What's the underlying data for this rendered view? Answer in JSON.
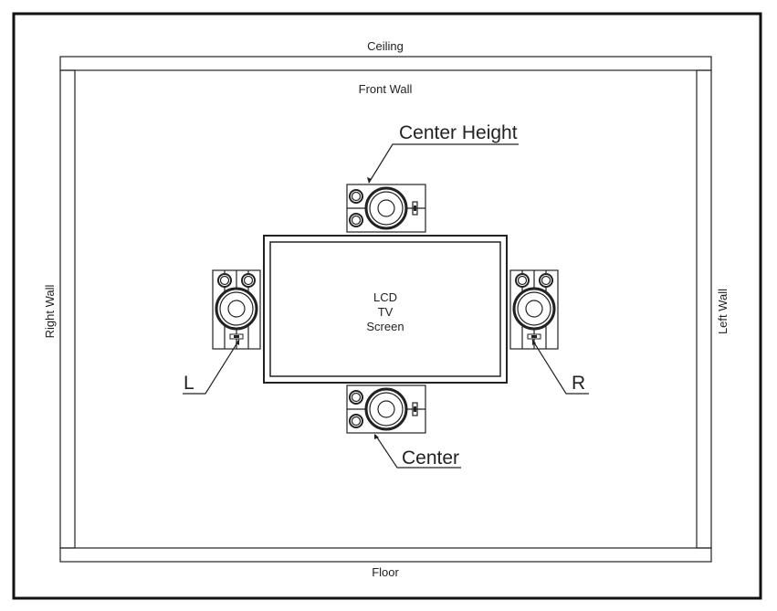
{
  "labels": {
    "ceiling": "Ceiling",
    "front_wall": "Front Wall",
    "floor": "Floor",
    "right_wall": "Right Wall",
    "left_wall": "Left Wall"
  },
  "tv": {
    "line1": "LCD",
    "line2": "TV",
    "line3": "Screen"
  },
  "speakers": {
    "center_height": "Center Height",
    "center": "Center",
    "left": "L",
    "right": "R"
  }
}
